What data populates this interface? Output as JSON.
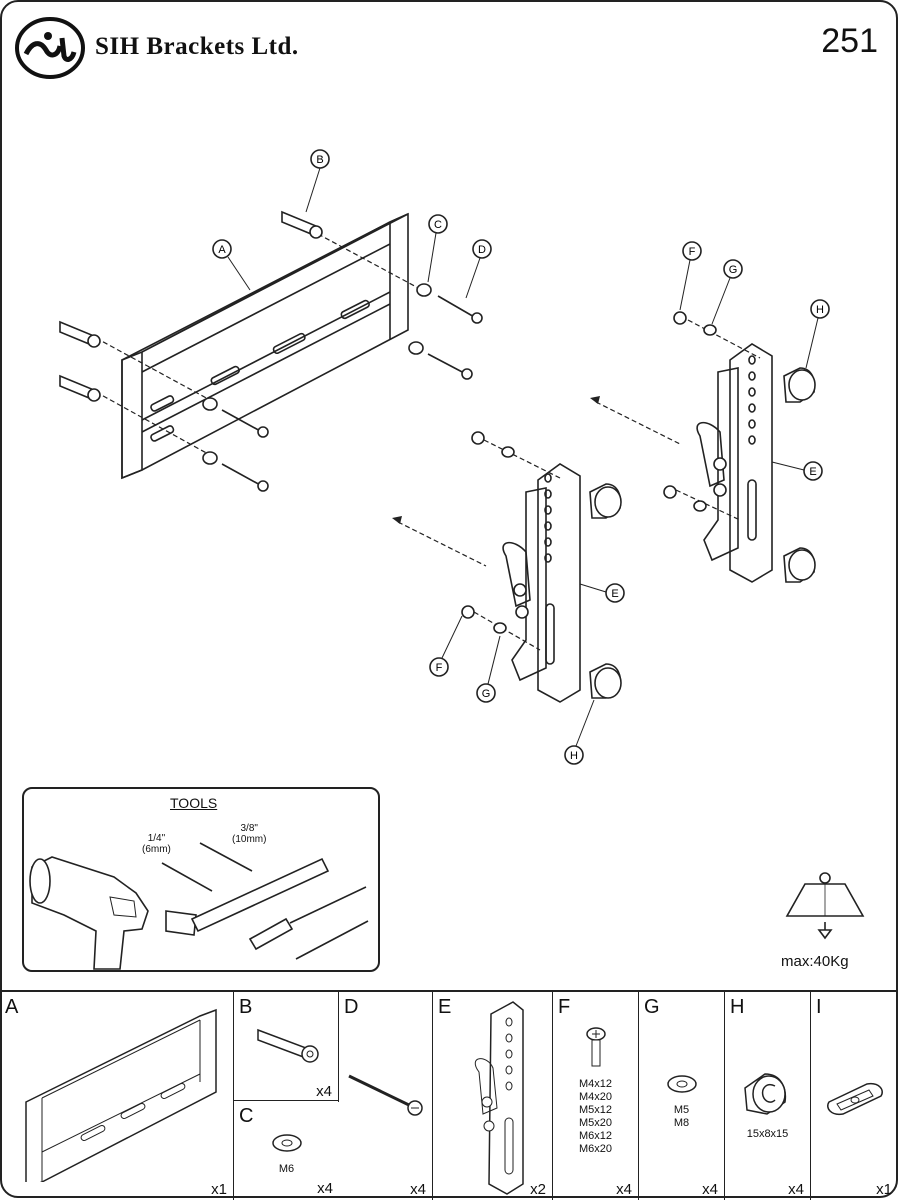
{
  "header": {
    "brand": "SIH Brackets Ltd.",
    "page_number": "251"
  },
  "callouts": [
    "A",
    "B",
    "C",
    "D",
    "E",
    "F",
    "G",
    "H"
  ],
  "tools": {
    "title": "TOOLS",
    "drill_small": {
      "size": "1/4\"",
      "metric": "(6mm)"
    },
    "drill_large": {
      "size": "3/8\"",
      "metric": "(10mm)"
    }
  },
  "max_load": "max:40Kg",
  "parts": [
    {
      "letter": "A",
      "qty": "x1"
    },
    {
      "letter": "B",
      "qty": "x4"
    },
    {
      "letter": "C",
      "qty": "x4",
      "sizes": [
        "M6"
      ]
    },
    {
      "letter": "D",
      "qty": "x4"
    },
    {
      "letter": "E",
      "qty": "x2"
    },
    {
      "letter": "F",
      "qty": "x4",
      "sizes": [
        "M4x12",
        "M4x20",
        "M5x12",
        "M5x20",
        "M6x12",
        "M6x20"
      ]
    },
    {
      "letter": "G",
      "qty": "x4",
      "sizes": [
        "M5",
        "M8"
      ]
    },
    {
      "letter": "H",
      "qty": "x4",
      "sizes": [
        "15x8x15"
      ]
    },
    {
      "letter": "I",
      "qty": "x1"
    }
  ]
}
